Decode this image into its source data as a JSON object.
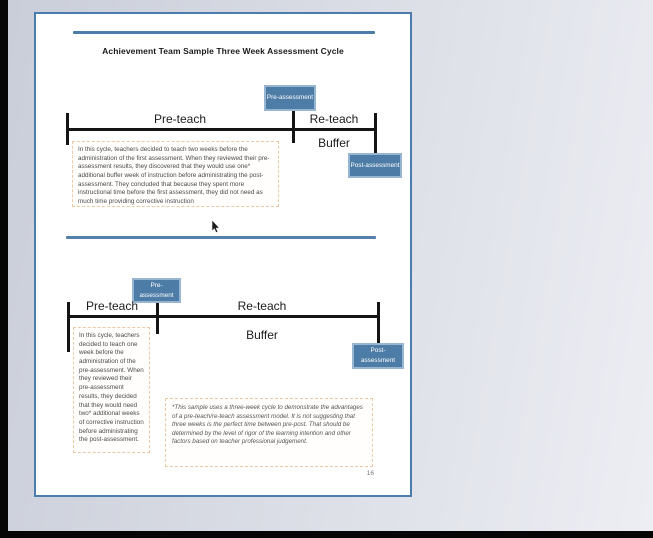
{
  "page": {
    "title": "Achievement Team Sample Three Week Assessment Cycle",
    "page_number": "16"
  },
  "colors": {
    "accent_blue": "#4d7ca6",
    "accent_blue_border": "#98b6d1",
    "page_border_blue": "#4a7dac",
    "rule_blue": "#4f7da9",
    "dashed_border_tan": "#eac9a4",
    "timeline_black": "#141414",
    "desktop_gray": "#d9dce4",
    "letterbox_black": "#060606"
  },
  "icons": {
    "cursor": "mouse-cursor-arrow"
  },
  "diagram_top": {
    "pre_assessment_label": "Pre-assessment",
    "post_assessment_label": "Post-assessment",
    "pre_teach_label": "Pre-teach",
    "re_teach_label": "Re-teach",
    "buffer_label": "Buffer",
    "description": "In this cycle, teachers decided to teach two weeks before the administration of the first assessment. When they reviewed their pre-assessment results, they discovered that they would use one* additional buffer week of instruction before administrating the post-assessment. They concluded that because they spent more instructional time before the first assessment, they did not need as much time providing corrective instruction"
  },
  "diagram_bottom": {
    "pre_assessment_label": "Pre-assessment",
    "post_assessment_label": "Post-assessment",
    "pre_teach_label": "Pre-teach",
    "re_teach_label": "Re-teach",
    "buffer_label": "Buffer",
    "description": "In this cycle, teachers decided to teach one week before the administration of the pre-assessment. When they reviewed their pre-assessment results, they decided that they would need two* additional weeks of corrective instruction before administrating the post-assessment."
  },
  "footnote": "*This sample uses a three-week cycle to demonstrate the advantages of a pre-teach/re-teach assessment model. It is not suggesting that three weeks is the perfect time between pre-post. That should be determined by the level of rigor of the learning intention and other factors based on teacher professional judgement."
}
